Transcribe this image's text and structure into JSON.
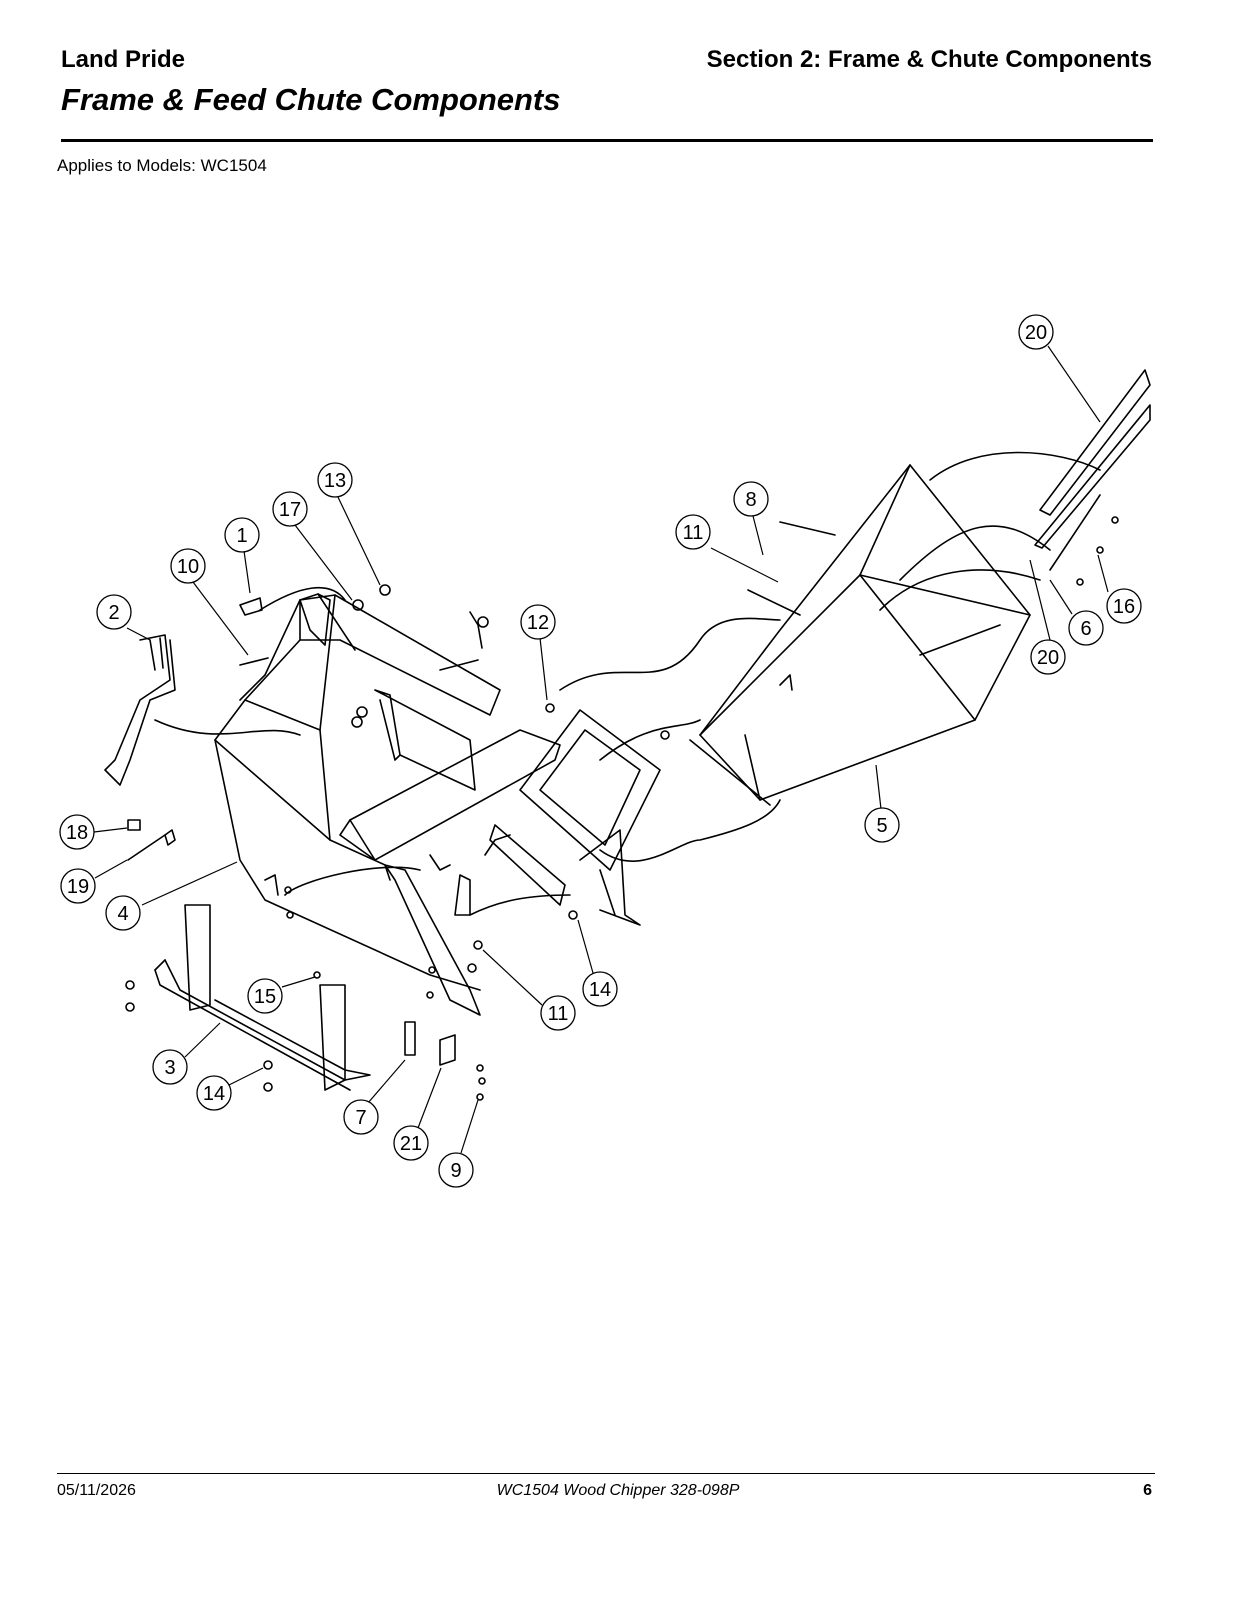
{
  "header": {
    "brand": "Land Pride",
    "section": "Section 2: Frame & Chute Components",
    "title": "Frame & Feed Chute Components"
  },
  "applies_to": "Applies to Models: WC1504",
  "callouts": [
    {
      "id": "20-top",
      "label": "20"
    },
    {
      "id": "13",
      "label": "13"
    },
    {
      "id": "17",
      "label": "17"
    },
    {
      "id": "1",
      "label": "1"
    },
    {
      "id": "10",
      "label": "10"
    },
    {
      "id": "2",
      "label": "2"
    },
    {
      "id": "8",
      "label": "8"
    },
    {
      "id": "11-top",
      "label": "11"
    },
    {
      "id": "12",
      "label": "12"
    },
    {
      "id": "16",
      "label": "16"
    },
    {
      "id": "6",
      "label": "6"
    },
    {
      "id": "20-bottom",
      "label": "20"
    },
    {
      "id": "5",
      "label": "5"
    },
    {
      "id": "18",
      "label": "18"
    },
    {
      "id": "19",
      "label": "19"
    },
    {
      "id": "4",
      "label": "4"
    },
    {
      "id": "14-mid",
      "label": "14"
    },
    {
      "id": "11-mid",
      "label": "11"
    },
    {
      "id": "15",
      "label": "15"
    },
    {
      "id": "3",
      "label": "3"
    },
    {
      "id": "14-bottom",
      "label": "14"
    },
    {
      "id": "7",
      "label": "7"
    },
    {
      "id": "21",
      "label": "21"
    },
    {
      "id": "9",
      "label": "9"
    }
  ],
  "footer": {
    "date": "05/11/2026",
    "document": "WC1504  Wood Chipper  328-098P",
    "page": "6"
  }
}
